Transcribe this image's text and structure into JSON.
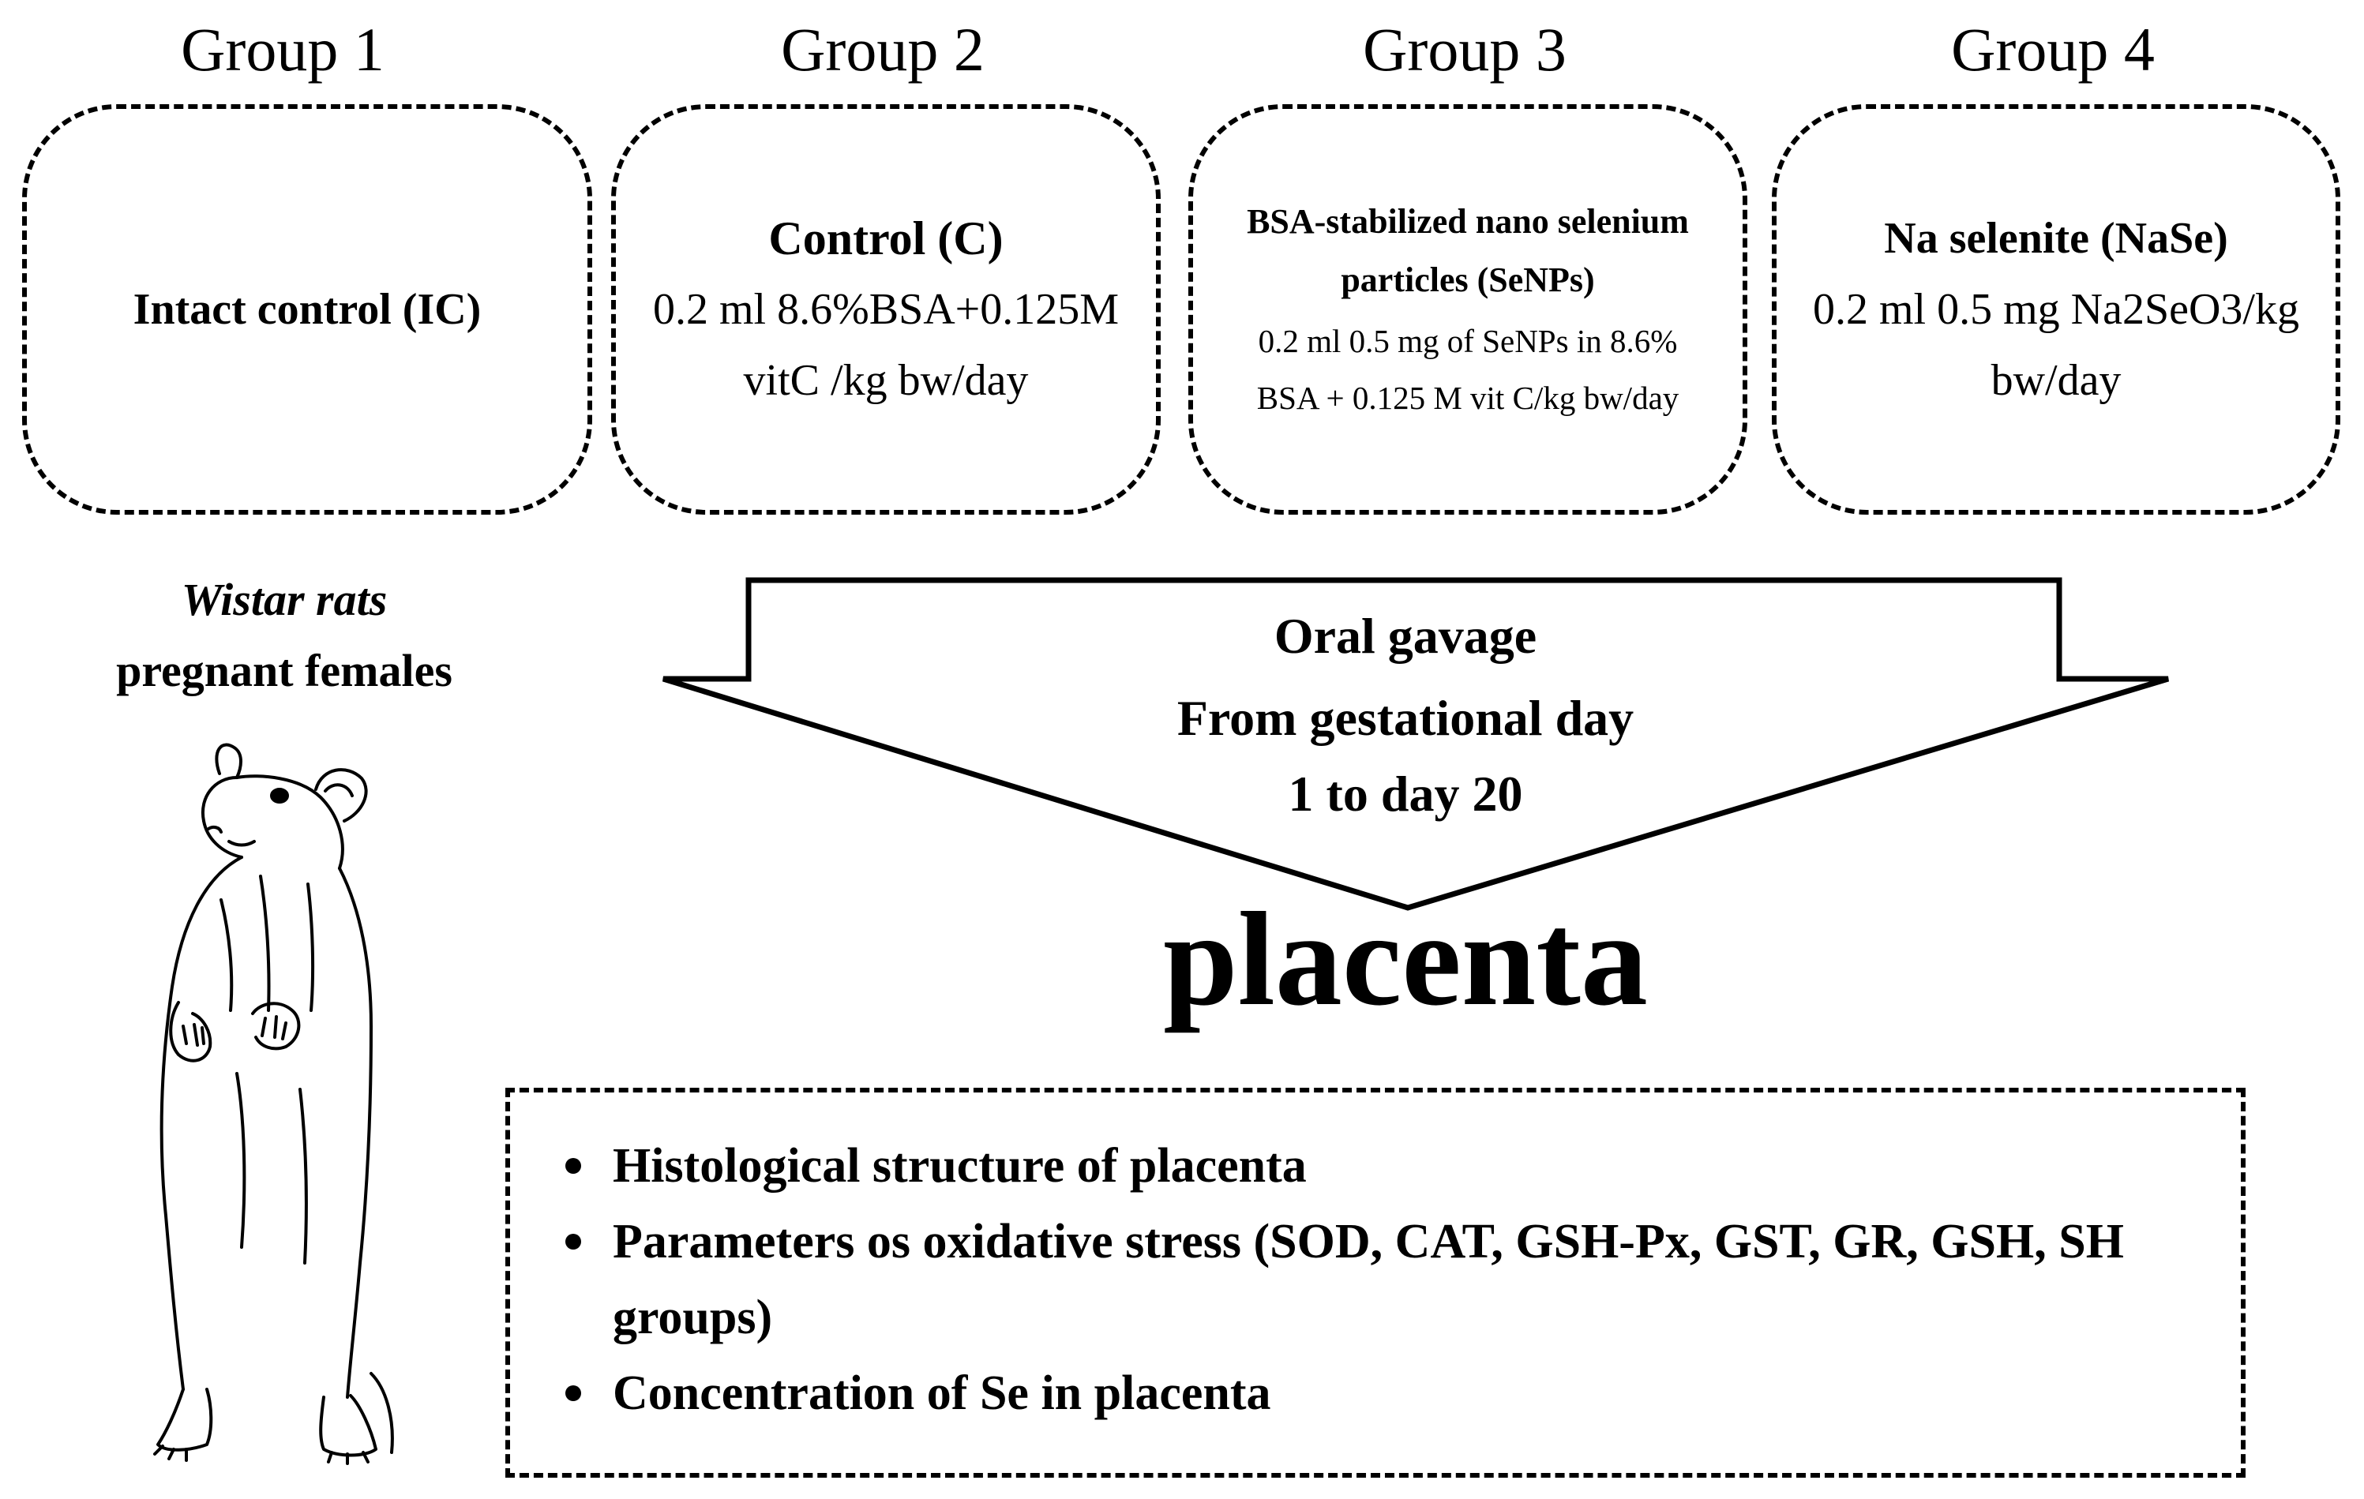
{
  "groups": [
    {
      "title": "Group 1",
      "heading": "Intact control (IC)",
      "lines": []
    },
    {
      "title": "Group 2",
      "heading": "Control (C)",
      "lines": [
        "0.2 ml 8.6%BSA+0.125M",
        "vitC /kg bw/day"
      ]
    },
    {
      "title": "Group 3",
      "heading": "BSA-stabilized nano selenium particles (SeNPs)",
      "lines": [
        "0.2 ml 0.5 mg of SeNPs in 8.6%",
        "BSA + 0.125 M vit C/kg bw/day"
      ]
    },
    {
      "title": "Group 4",
      "heading": "Na selenite (NaSe)",
      "lines": [
        "0.2 ml 0.5 mg Na2SeO3/kg",
        "bw/day"
      ]
    }
  ],
  "subjects": {
    "species": "Wistar rats",
    "description": "pregnant females"
  },
  "administration": {
    "route": "Oral gavage",
    "period_line1": "From gestational day",
    "period_line2": "1 to day 20"
  },
  "target_organ": "placenta",
  "outcomes": [
    "Histological structure of placenta",
    "Parameters os oxidative stress (SOD, CAT, GSH-Px, GST, GR, GSH, SH groups)",
    "Concentration of Se in placenta"
  ]
}
